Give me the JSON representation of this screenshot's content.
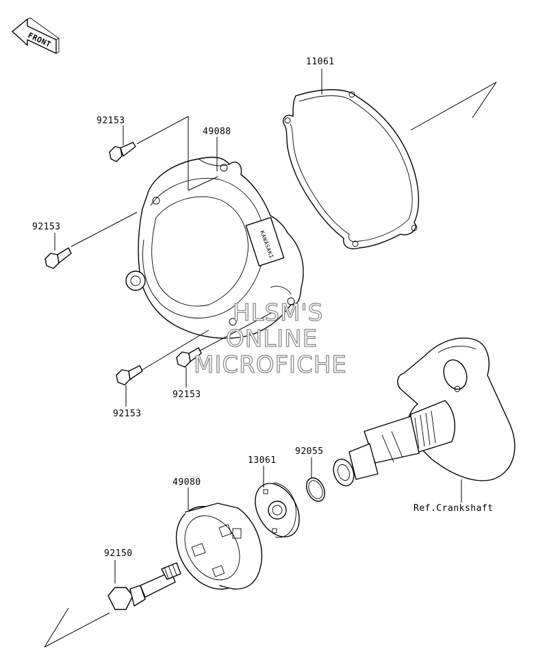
{
  "front_tag": {
    "text": "FRONT"
  },
  "labels": {
    "gasket": "11061",
    "cover": "49088",
    "bolt_top": "92153",
    "bolt_left": "92153",
    "bolt_lower_left": "92153",
    "bolt_lower_mid": "92153",
    "holder": "13061",
    "oring": "92055",
    "pulley": "49080",
    "bolt_main": "92150",
    "crankshaft_ref": "Ref.Crankshaft"
  },
  "cover_brand": "KAWASAKI",
  "watermark": [
    "HLSM'S",
    "ONLINE",
    "MICROFICHE"
  ]
}
